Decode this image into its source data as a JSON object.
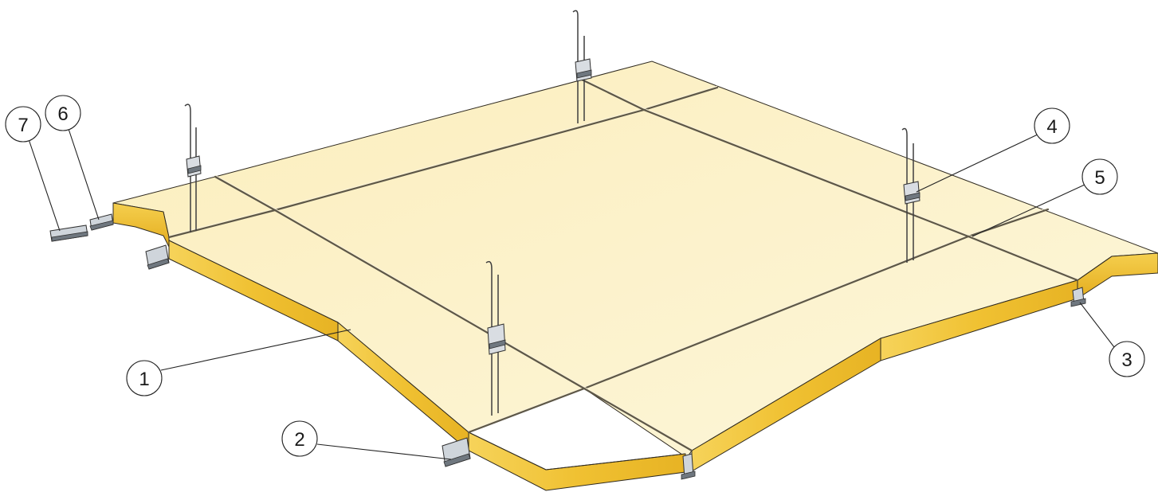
{
  "diagram": {
    "callouts": [
      {
        "label": "1"
      },
      {
        "label": "2"
      },
      {
        "label": "3"
      },
      {
        "label": "4"
      },
      {
        "label": "5"
      },
      {
        "label": "6"
      },
      {
        "label": "7"
      }
    ],
    "colors": {
      "panel_top": "#fcf0c4",
      "panel_top_light": "#fdf5d6",
      "panel_edge_side": "#f1c436",
      "panel_edge_dark": "#e1aa1c",
      "grid_line": "#5d5748",
      "steel": "#cfd5db",
      "outline": "#2f2a20"
    },
    "icons": [
      "hanger-wire-icon",
      "suspension-clip-icon",
      "main-runner-icon",
      "cross-tee-icon",
      "wall-angle-icon"
    ]
  }
}
